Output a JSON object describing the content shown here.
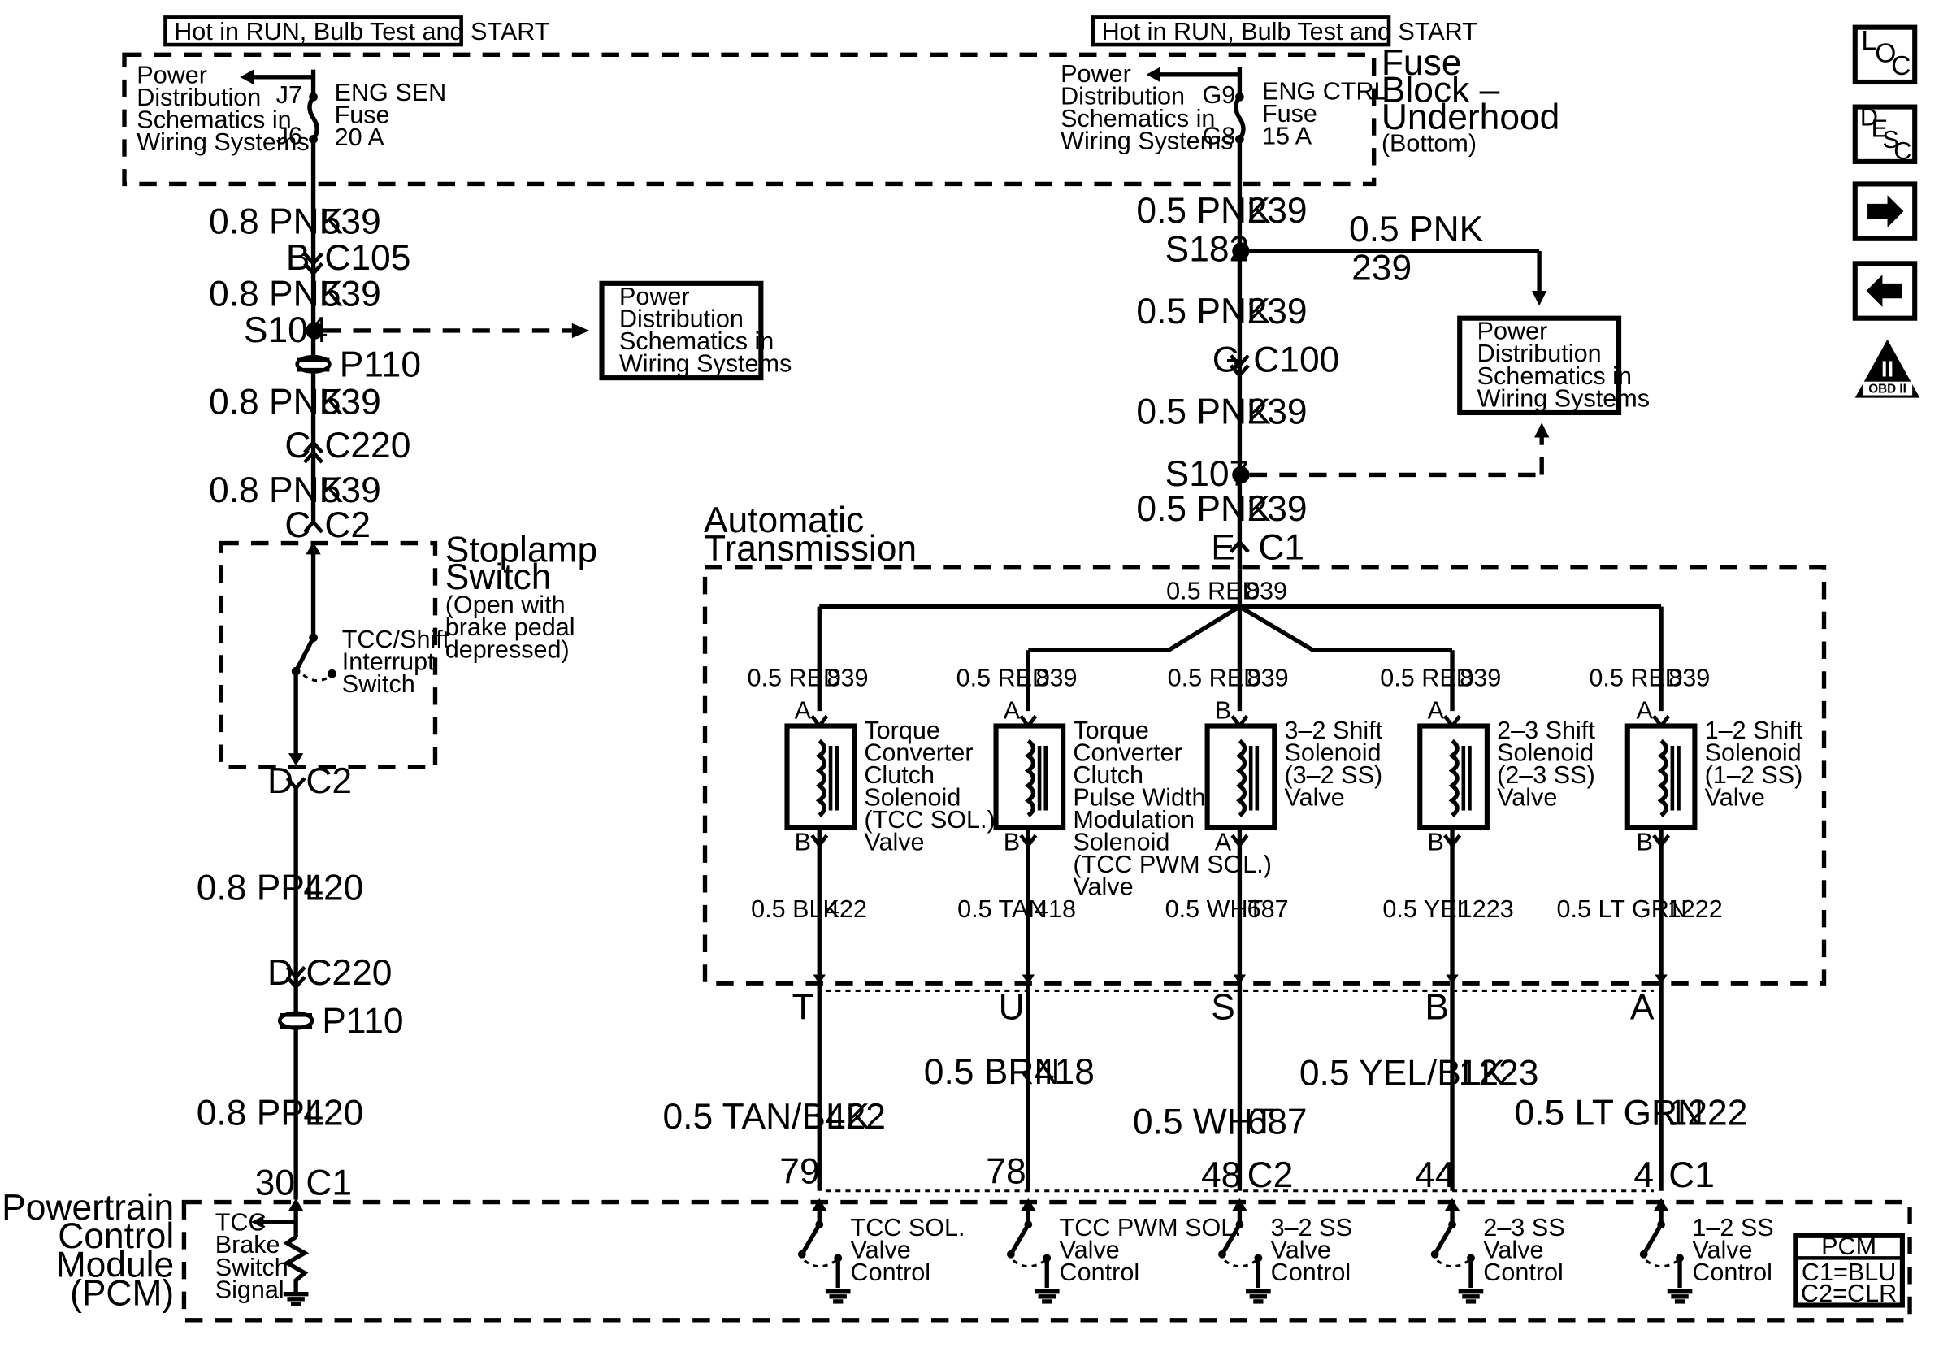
{
  "hot_label": "Hot in RUN, Bulb Test and START",
  "pds": [
    "Power",
    "Distribution",
    "Schematics in",
    "Wiring Systems"
  ],
  "fuse_left": {
    "pin_top": "J7",
    "pin_bot": "J6",
    "name": [
      "ENG SEN",
      "Fuse",
      "20 A"
    ]
  },
  "fuse_right": {
    "pin_top": "G9",
    "pin_bot": "G8",
    "name": [
      "ENG CTRL",
      "Fuse",
      "15 A"
    ]
  },
  "fuse_block": [
    "Fuse",
    "Block –",
    "Underhood",
    "(Bottom)"
  ],
  "left": {
    "w539": "0.8 PNK",
    "c539": "539",
    "conn_b": "B",
    "c105": "C105",
    "s104": "S104",
    "p110": "P110",
    "conn_c": "C",
    "c220": "C220",
    "c2": "C2",
    "conn_d": "D",
    "w420": "0.8 PPL",
    "c420": "420",
    "pin30": "30",
    "c1": "C1"
  },
  "stoplamp": {
    "title": [
      "Stoplamp",
      "Switch"
    ],
    "note": [
      "(Open with",
      "brake pedal",
      "depressed)"
    ],
    "sw": [
      "TCC/Shift",
      "Interrupt",
      "Switch"
    ]
  },
  "right": {
    "w239": "0.5 PNK",
    "c239": "239",
    "s182": "S182",
    "conn_g": "G",
    "c100": "C100",
    "s107": "S107",
    "conn_e": "E",
    "c1": "C1"
  },
  "trans": {
    "title": [
      "Automatic",
      "Transmission"
    ],
    "bus_w": "0.5 RED",
    "bus_c": "839"
  },
  "solenoids": [
    {
      "top": "A",
      "bot": "B",
      "w": "0.5 RED",
      "c": "839",
      "name": [
        "Torque",
        "Converter",
        "Clutch",
        "Solenoid",
        "(TCC SOL.)",
        "Valve"
      ],
      "ow": "0.5 BLK",
      "oc": "422",
      "pin": "T",
      "cw": "0.5 TAN/BLK",
      "cc": "422",
      "pcm": "79",
      "pc": "",
      "sw": [
        "TCC SOL.",
        "Valve",
        "Control"
      ]
    },
    {
      "top": "A",
      "bot": "B",
      "w": "0.5 RED",
      "c": "839",
      "name": [
        "Torque",
        "Converter",
        "Clutch",
        "Pulse Width",
        "Modulation",
        "Solenoid",
        "(TCC PWM SOL.)",
        "Valve"
      ],
      "ow": "0.5 TAN",
      "oc": "418",
      "pin": "U",
      "cw": "0.5 BRN",
      "cc": "418",
      "pcm": "78",
      "pc": "",
      "sw": [
        "TCC PWM SOL.",
        "Valve",
        "Control"
      ]
    },
    {
      "top": "B",
      "bot": "A",
      "w": "0.5 RED",
      "c": "839",
      "name": [
        "3–2 Shift",
        "Solenoid",
        "(3–2 SS)",
        "Valve"
      ],
      "ow": "0.5 WHT",
      "oc": "687",
      "pin": "S",
      "cw": "0.5 WHT",
      "cc": "687",
      "pcm": "48",
      "pc": "C2",
      "sw": [
        "3–2 SS",
        "Valve",
        "Control"
      ]
    },
    {
      "top": "A",
      "bot": "B",
      "w": "0.5 RED",
      "c": "839",
      "name": [
        "2–3 Shift",
        "Solenoid",
        "(2–3 SS)",
        "Valve"
      ],
      "ow": "0.5 YEL",
      "oc": "1223",
      "pin": "B",
      "cw": "0.5 YEL/BLK",
      "cc": "1223",
      "pcm": "44",
      "pc": "",
      "sw": [
        "2–3 SS",
        "Valve",
        "Control"
      ]
    },
    {
      "top": "A",
      "bot": "B",
      "w": "0.5 RED",
      "c": "839",
      "name": [
        "1–2 Shift",
        "Solenoid",
        "(1–2 SS)",
        "Valve"
      ],
      "ow": "0.5 LT GRN",
      "oc": "1222",
      "pin": "A",
      "cw": "0.5 LT GRN",
      "cc": "1222",
      "pcm": "4",
      "pc": "C1",
      "sw": [
        "1–2 SS",
        "Valve",
        "Control"
      ]
    }
  ],
  "pcm": {
    "title": [
      "Powertrain",
      "Control",
      "Module",
      "(PCM)"
    ],
    "brake": [
      "TCC",
      "Brake",
      "Switch",
      "Signal"
    ],
    "legend": [
      "PCM",
      "C1=BLU",
      "C2=CLR"
    ]
  },
  "side_icons": {
    "loc": [
      "L",
      "O",
      "C"
    ],
    "desc": [
      "D",
      "E",
      "S",
      "C"
    ],
    "obd": [
      "II",
      "OBD II"
    ],
    "next": "arrow-right-icon",
    "prev": "arrow-left-icon"
  }
}
